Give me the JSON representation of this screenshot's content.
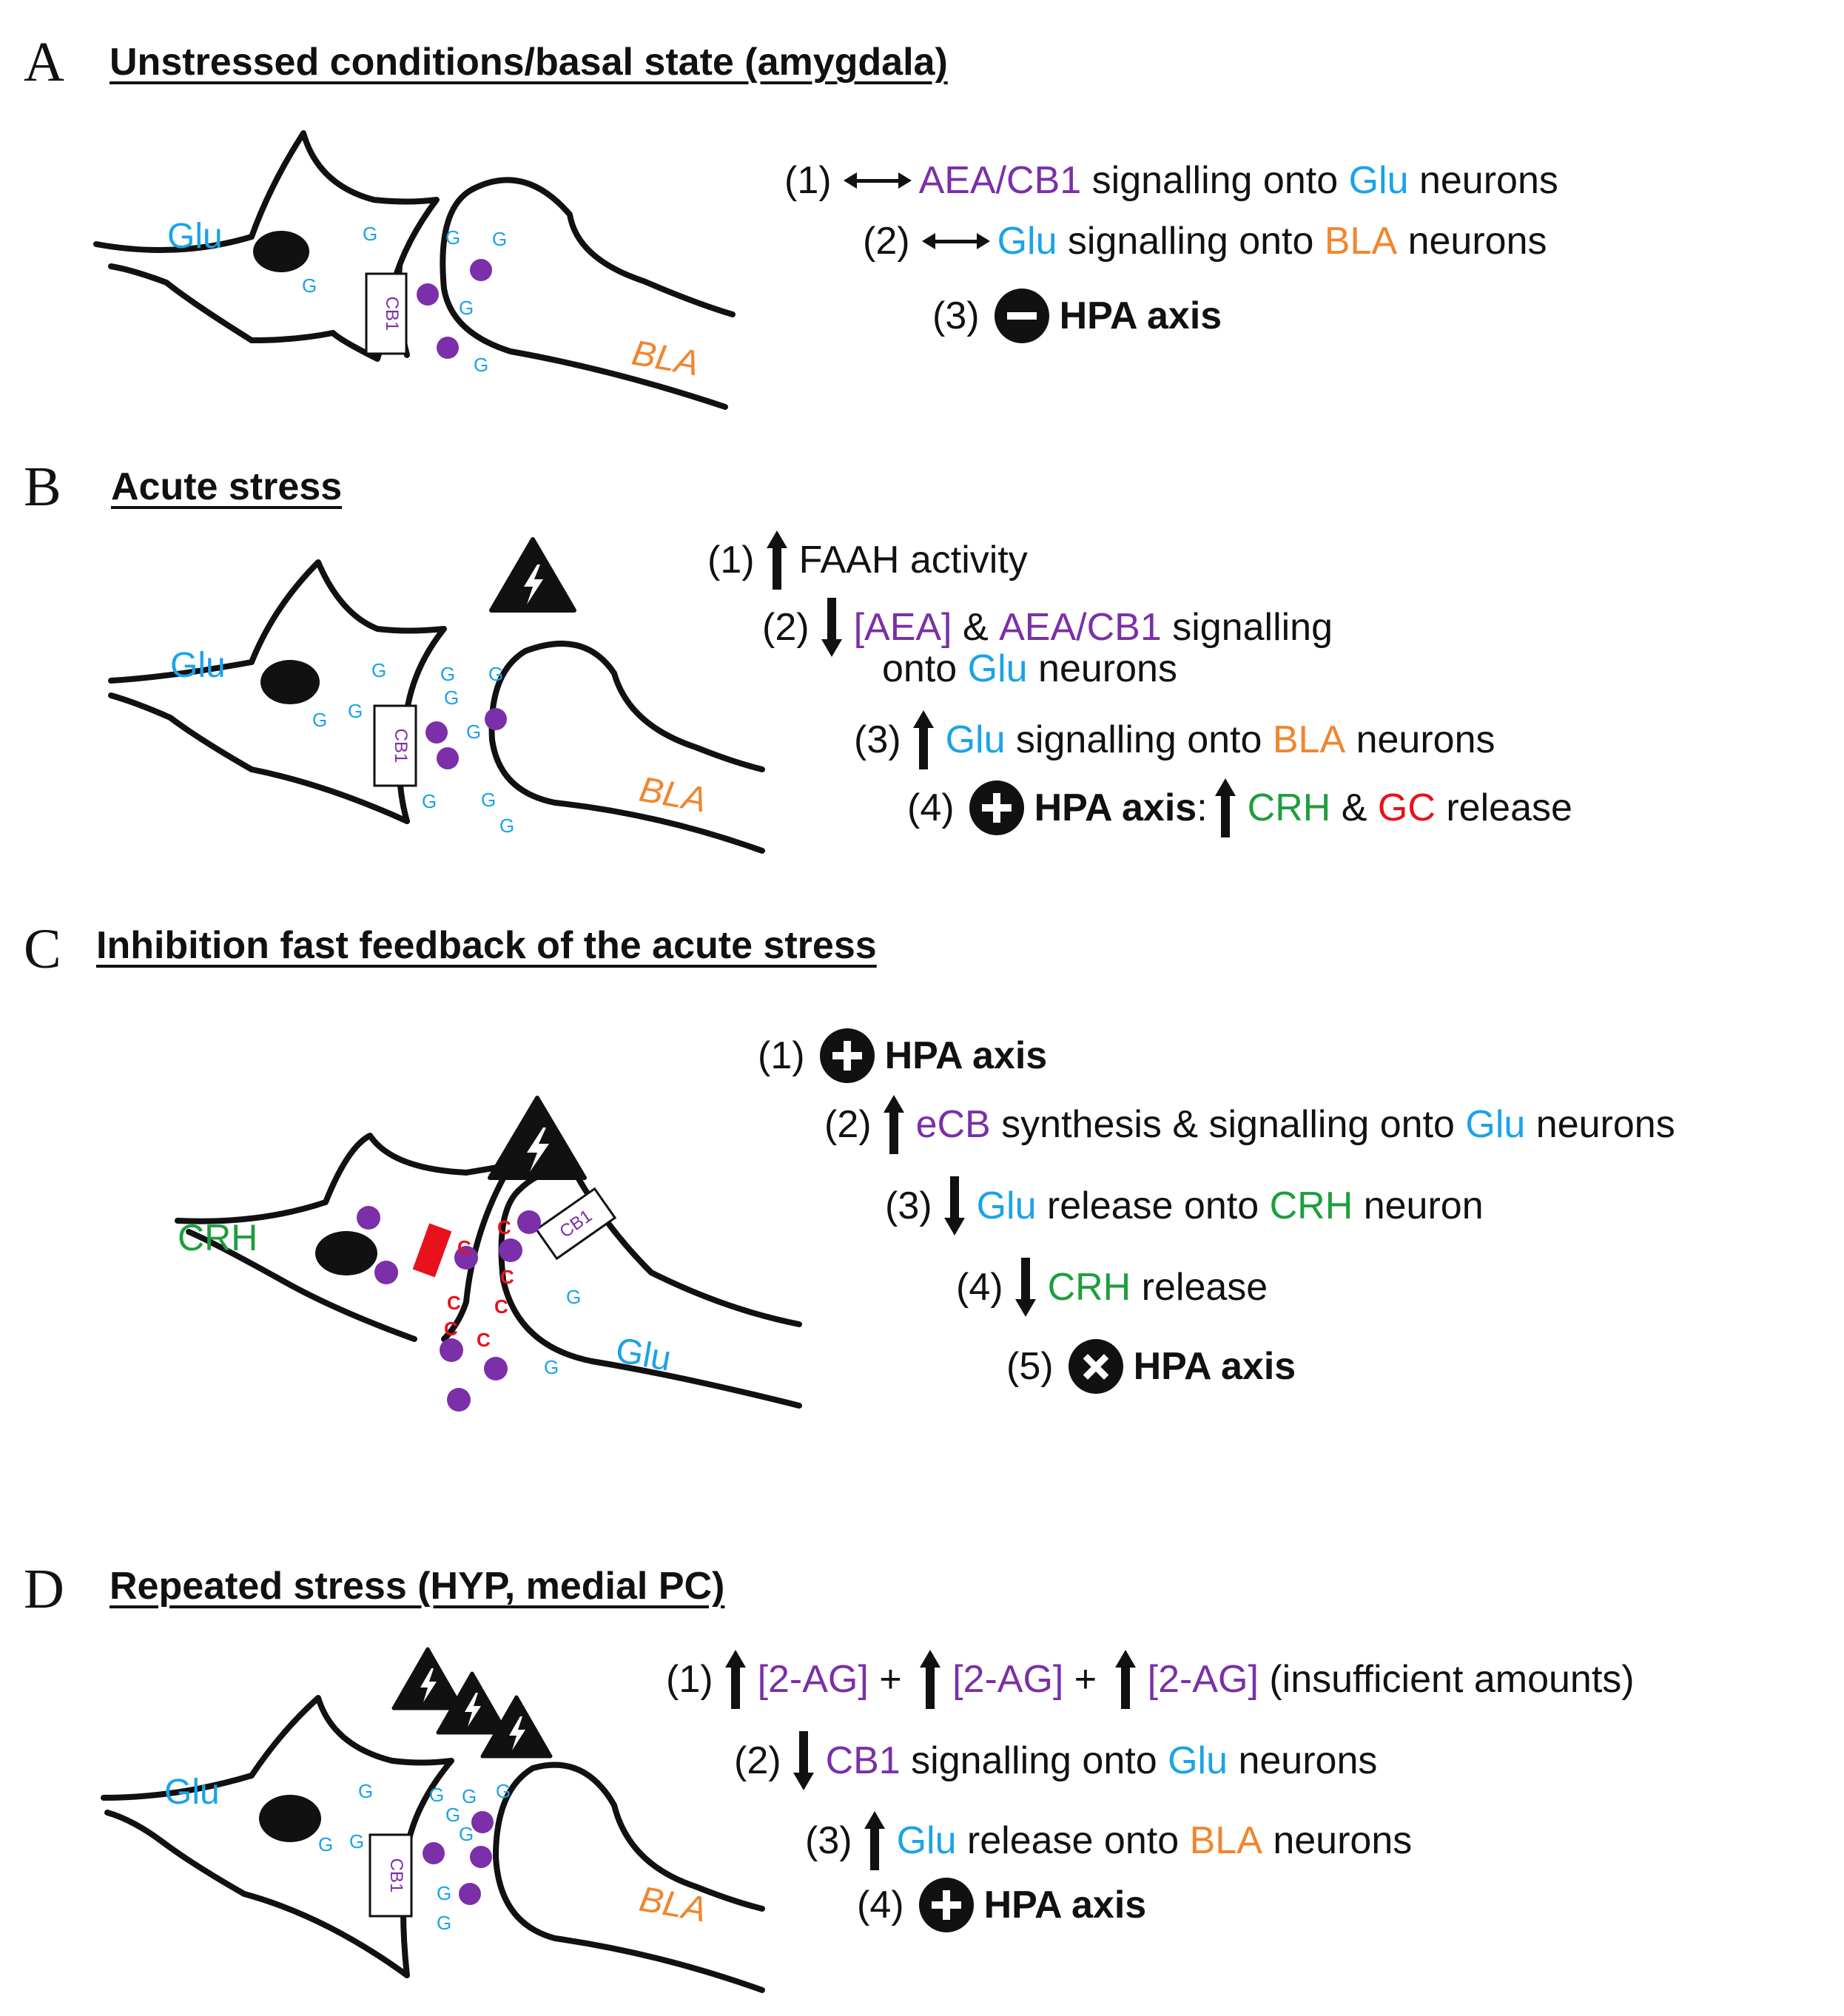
{
  "panels": {
    "a": {
      "letter": "A",
      "title": "Unstressed conditions/basal state (amygdala)",
      "cell_labels": {
        "left": "Glu",
        "right": "BLA",
        "receptor": "CB1",
        "vesicle": "G"
      },
      "steps": [
        {
          "n": "(1)",
          "icon": "double-arrow-icon",
          "p1": "AEA/CB1",
          "p2": " signalling onto ",
          "p3": "Glu",
          "p4": " neurons"
        },
        {
          "n": "(2)",
          "icon": "double-arrow-icon",
          "p1": "Glu",
          "p2": " signalling onto ",
          "p3": "BLA",
          "p4": " neurons"
        },
        {
          "n": "(3)",
          "icon": "minus-circle-icon",
          "p1": "HPA axis"
        }
      ]
    },
    "b": {
      "letter": "B",
      "title": "Acute stress",
      "cell_labels": {
        "left": "Glu",
        "right": "BLA",
        "receptor": "CB1",
        "vesicle": "G"
      },
      "steps": [
        {
          "n": "(1)",
          "icon": "up-arrow-icon",
          "p1": "FAAH activity"
        },
        {
          "n": "(2)",
          "icon": "down-arrow-icon",
          "p1": "[AEA]",
          "p2": " & ",
          "p3": "AEA/CB1",
          "p4": " signalling"
        },
        {
          "p1": "onto ",
          "p2": "Glu",
          "p3": " neurons"
        },
        {
          "n": "(3)",
          "icon": "up-arrow-icon",
          "p1": "Glu",
          "p2": " signalling onto ",
          "p3": "BLA",
          "p4": " neurons"
        },
        {
          "n": "(4)",
          "icon": "plus-circle-icon",
          "p1": "HPA axis",
          "p2": ":",
          "p3": "CRH",
          "p4": " & ",
          "p5": "GC",
          "p6": " release"
        }
      ]
    },
    "c": {
      "letter": "C",
      "title": "Inhibition fast feedback of the acute stress",
      "cell_labels": {
        "left": "CRH",
        "right": "Glu",
        "receptor": "CB1",
        "vesicle": "G",
        "crh_vesicle": "C"
      },
      "steps": [
        {
          "n": "(1)",
          "icon": "plus-circle-icon",
          "p1": "HPA axis"
        },
        {
          "n": "(2)",
          "icon": "up-arrow-icon",
          "p1": "eCB",
          "p2": " synthesis & signalling onto ",
          "p3": "Glu",
          "p4": " neurons"
        },
        {
          "n": "(3)",
          "icon": "down-arrow-icon",
          "p1": "Glu",
          "p2": " release onto ",
          "p3": "CRH",
          "p4": " neuron"
        },
        {
          "n": "(4)",
          "icon": "down-arrow-icon",
          "p1": "CRH",
          "p2": " release"
        },
        {
          "n": "(5)",
          "icon": "times-circle-icon",
          "p1": "HPA axis"
        }
      ]
    },
    "d": {
      "letter": "D",
      "title": "Repeated stress (HYP, medial PC)",
      "cell_labels": {
        "left": "Glu",
        "right": "BLA",
        "receptor": "CB1",
        "vesicle": "G"
      },
      "steps": [
        {
          "n": "(1)",
          "icon": "up-arrow-icon",
          "p1": "[2-AG]",
          "p2": " + ",
          "p3": "[2-AG]",
          "p4": " + ",
          "p5": "[2-AG]",
          "p6": " (insufficient amounts)"
        },
        {
          "n": "(2)",
          "icon": "down-arrow-icon",
          "p1": "CB1",
          "p2": " signalling onto ",
          "p3": "Glu",
          "p4": " neurons"
        },
        {
          "n": "(3)",
          "icon": "up-arrow-icon",
          "p1": "Glu",
          "p2": " release onto ",
          "p3": "BLA",
          "p4": " neurons"
        },
        {
          "n": "(4)",
          "icon": "plus-circle-icon",
          "p1": "HPA axis"
        }
      ]
    }
  },
  "colors": {
    "purple": "#7b2fa8",
    "blue": "#1aa3e8",
    "orange": "#f0862e",
    "green": "#1e9e3c",
    "red": "#e8111c"
  }
}
